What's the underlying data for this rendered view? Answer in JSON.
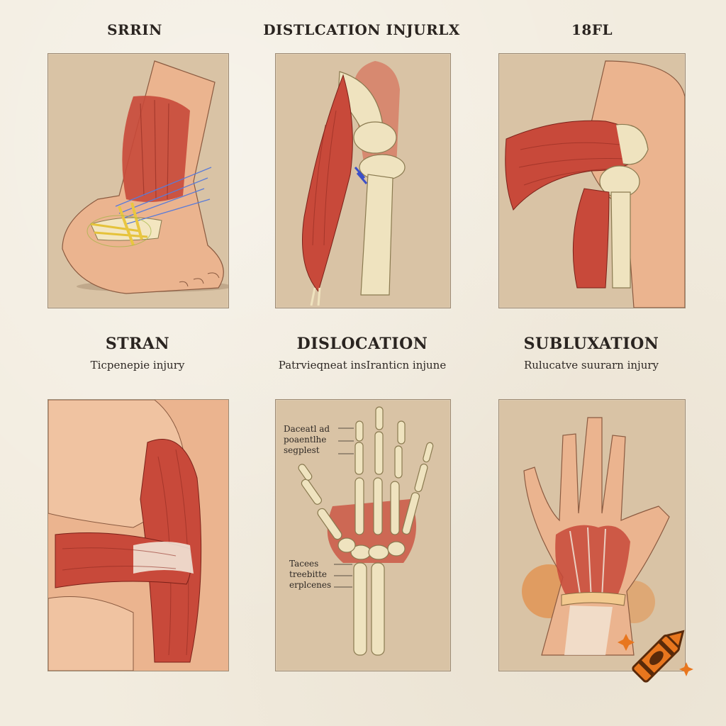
{
  "top_row": {
    "titles": [
      "SRRIN",
      "DISTLCATION INJURLX",
      "18FL"
    ]
  },
  "middle_row": {
    "headings": [
      "STRAN",
      "DISLOCATION",
      "SUBLUXATION"
    ],
    "captions": [
      "Ticpenepie injury",
      "Patrvieqneat insIranticn injune",
      "Rulucatve suurarn injury"
    ]
  },
  "hand_callouts": {
    "upper": [
      "Daceatl ad",
      "poaentlhe",
      "segplest"
    ],
    "lower": [
      "Tacees",
      "treebitte",
      "erplcenes"
    ]
  },
  "illustrations": {
    "panel_1": "ankle-sprain",
    "panel_2": "knee-dislocation",
    "panel_3": "shoulder-subluxation",
    "panel_4": "arm-strain",
    "panel_5": "hand-skeleton",
    "panel_6": "wrist-injury"
  },
  "colors": {
    "background": "#f2ecdf",
    "panel": "#d9c3a5",
    "muscle": "#c8493a",
    "bone": "#efe3bf",
    "skin": "#ebb48f",
    "logo_orange": "#e8761e"
  }
}
